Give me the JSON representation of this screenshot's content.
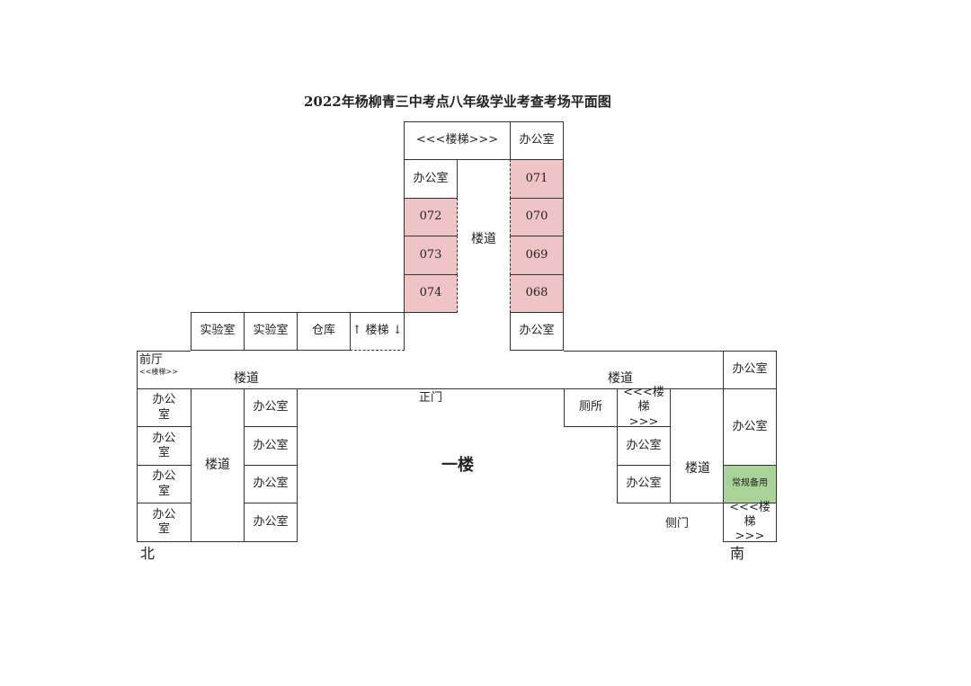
{
  "title": "2022年杨柳青三中考点八年级学业考查考场平面图",
  "floor_label": "一楼",
  "compass": {
    "north": "北",
    "south": "南"
  },
  "labels": {
    "stairs_top": "<<<楼梯>>>",
    "office": "办公室",
    "office_split": "办公\n室",
    "corridor": "楼道",
    "lab": "实验室",
    "warehouse": "仓库",
    "stairs_mid": "↑ 楼梯 ↓",
    "lobby": "前厅",
    "lobby_stairs": "<<楼梯>>",
    "main_gate": "正门",
    "toilet": "厕所",
    "stairs_split": "<<<楼梯\n>>>",
    "side_gate": "侧门",
    "reserve": "常规备用"
  },
  "exam_rooms": {
    "r071": "071",
    "r070": "070",
    "r069": "069",
    "r068": "068",
    "r072": "072",
    "r073": "073",
    "r074": "074"
  },
  "colors": {
    "exam_room": "#efc4c4",
    "reserve_room": "#a8d49a",
    "line": "#333333"
  }
}
